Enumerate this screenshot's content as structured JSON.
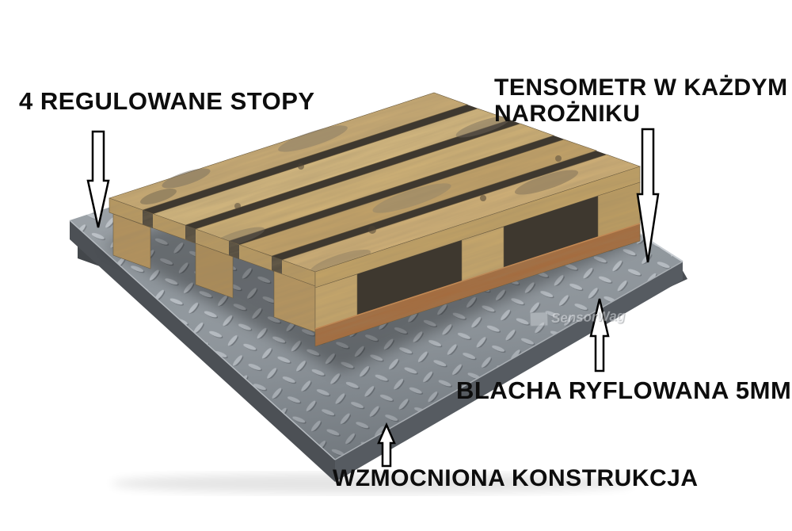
{
  "annotations": {
    "adjustable_feet": {
      "label": "4 REGULOWANE STOPY"
    },
    "load_cells": {
      "line1": "TENSOMETR W KAŻDYM",
      "line2": "NAROŻNIKU"
    },
    "plate": {
      "label": "BLACHA RYFLOWANA 5MM"
    },
    "structure": {
      "label": "WZMOCNIONA KONSTRUKCJA"
    }
  },
  "watermark": {
    "text": "SensorWag"
  },
  "colors": {
    "background": "#ffffff",
    "annotation_text": "#0d0d0d",
    "arrow_fill": "#ffffff",
    "arrow_outline": "#000000",
    "plate_top": "#8f969c",
    "plate_tread_highlight": "#b6bcc2",
    "plate_side": "#565b61",
    "wood_light": "#d4b87f",
    "wood_mid": "#c9ab74",
    "wood_dark": "#b3925d",
    "wood_bottom_board": "#a56a3c",
    "gap_shadow": "#3e382f"
  }
}
